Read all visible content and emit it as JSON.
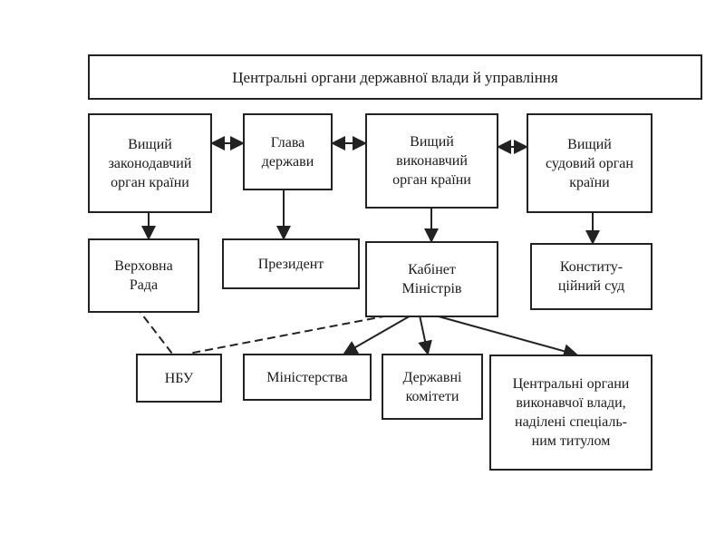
{
  "title": "Центральні органи державної влади й управління",
  "branches": [
    {
      "label": "Вищий\nзаконодавчий\nорган країни"
    },
    {
      "label": "Глава\nдержави"
    },
    {
      "label": "Вищий\nвиконавчий\nорган країни"
    },
    {
      "label": "Вищий\nсудовий орган\nкраїни"
    }
  ],
  "bodies": [
    {
      "label": "Верховна\nРада"
    },
    {
      "label": "Президент"
    },
    {
      "label": "Кабінет\nМіністрів"
    },
    {
      "label": "Конститу-\nційний суд"
    }
  ],
  "subordinate": [
    {
      "label": "НБУ"
    },
    {
      "label": "Міністерства"
    },
    {
      "label": "Державні\nкомітети"
    },
    {
      "label": "Центральні органи\nвиконавчої влади,\nнаділені спеціаль-\nним титулом"
    }
  ]
}
